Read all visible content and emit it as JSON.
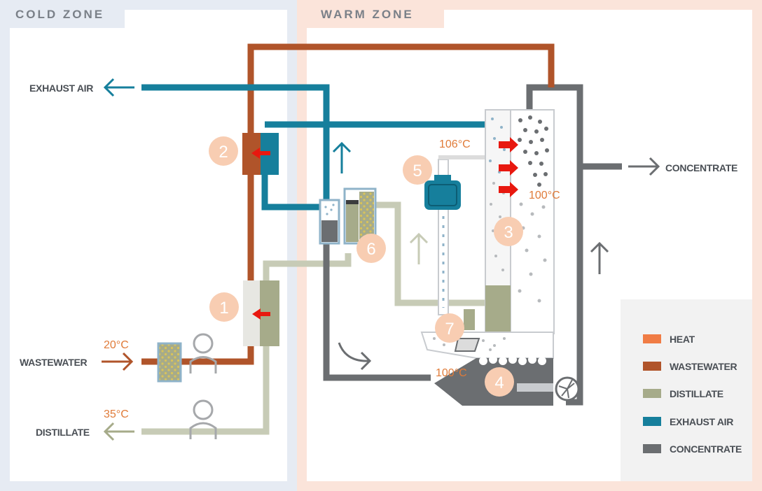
{
  "zones": {
    "cold": "COLD ZONE",
    "warm": "WARM ZONE"
  },
  "labels": {
    "exhaust_air": "EXHAUST AIR",
    "wastewater": "WASTEWATER",
    "distillate": "DISTILLATE",
    "concentrate": "CONCENTRATE"
  },
  "temperatures": {
    "wastewater_in": "20°C",
    "distillate_out": "35°C",
    "compressor_out": "106°C",
    "evaporator": "100°C",
    "sump": "100°C"
  },
  "components": [
    "1",
    "2",
    "3",
    "4",
    "5",
    "6",
    "7"
  ],
  "legend": [
    {
      "label": "HEAT",
      "color": "#f07c45"
    },
    {
      "label": "WASTEWATER",
      "color": "#b0542a"
    },
    {
      "label": "DISTILLATE",
      "color": "#a6ab8a"
    },
    {
      "label": "EXHAUST AIR",
      "color": "#167f9c"
    },
    {
      "label": "CONCENTRATE",
      "color": "#6b6e71"
    }
  ],
  "colors": {
    "wastewater": "#b0542a",
    "exhaust_air": "#167f9c",
    "distillate": "#c7cbb6",
    "concentrate": "#6b6e71",
    "heat_arrow": "#e8180f",
    "badge": "#f8cdb2",
    "temperature_text": "#e07b39"
  }
}
